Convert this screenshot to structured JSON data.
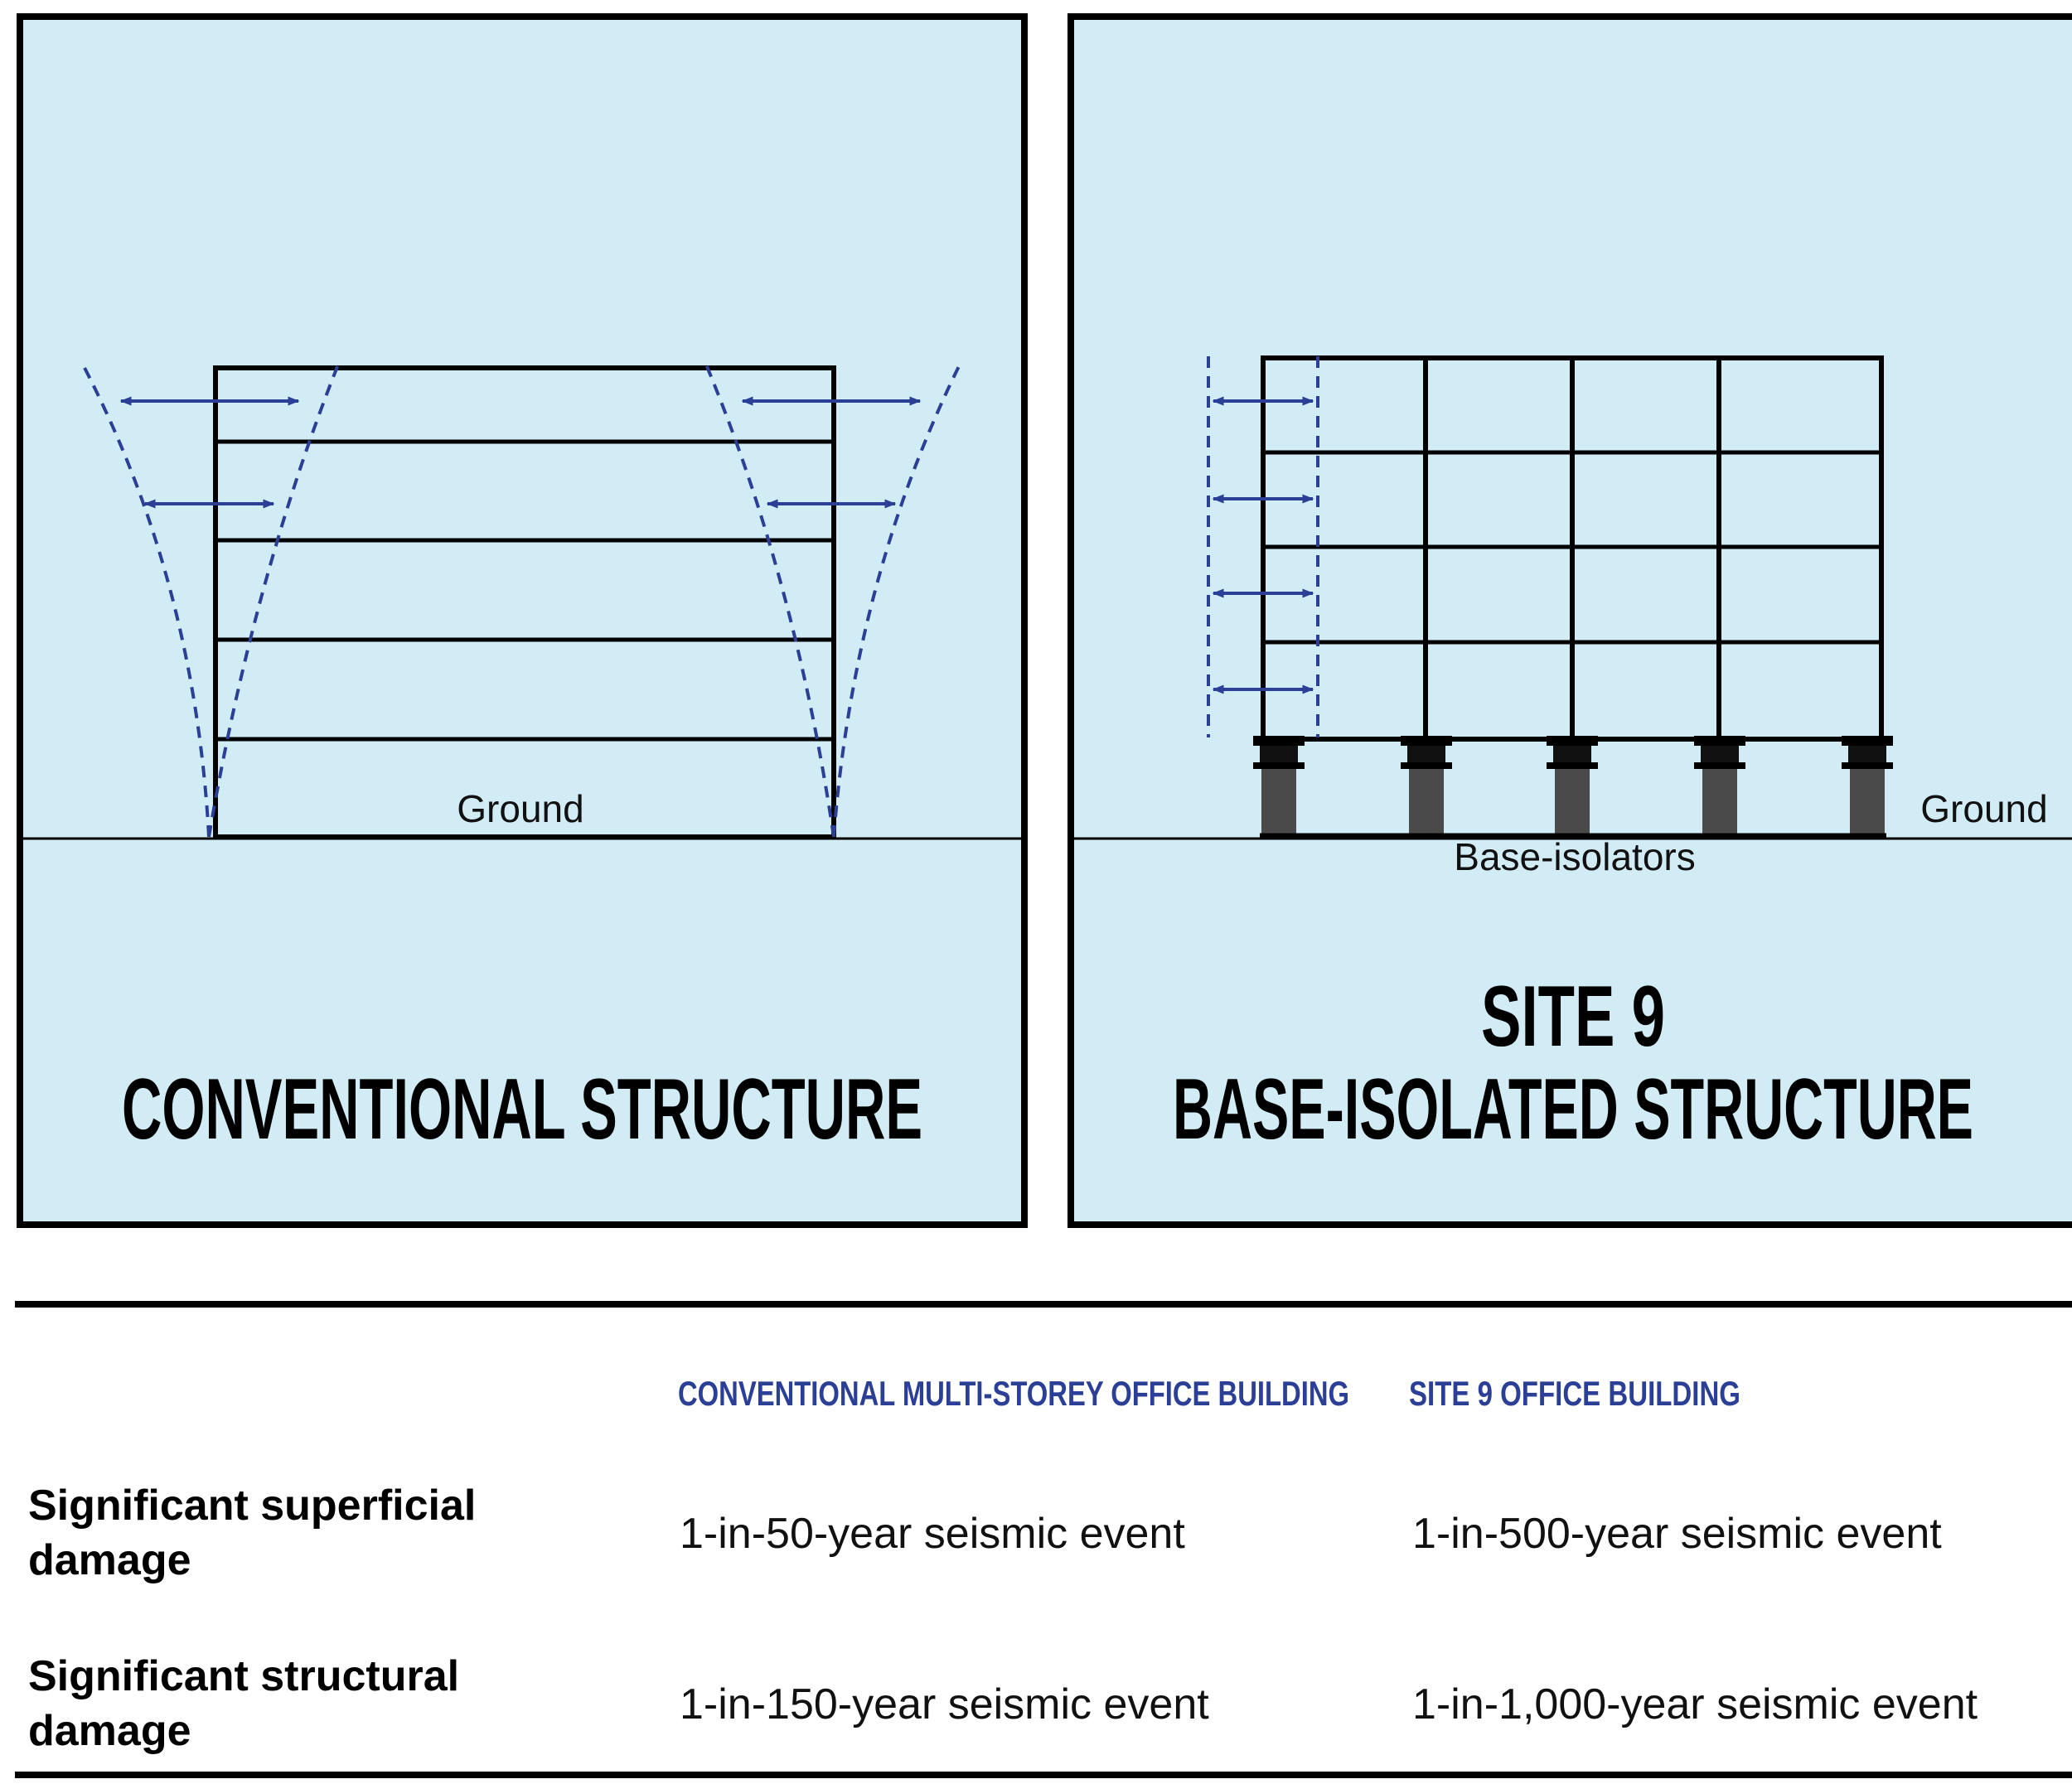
{
  "colors": {
    "panel_fill": "#d2ecf6",
    "outline": "#000000",
    "arrow_blue": "#2a3f95",
    "isolator_gray": "#4a4a4a"
  },
  "left_panel": {
    "ground_label": "Ground",
    "title": "CONVENTIONAL STRUCTURE"
  },
  "right_panel": {
    "ground_label": "Ground",
    "isolator_label": "Base-isolators",
    "title_line1": "SITE 9",
    "title_line2": "BASE-ISOLATED STRUCTURE"
  },
  "table": {
    "columns": [
      "CONVENTIONAL MULTI-STOREY OFFICE BUILDING",
      "SITE 9 OFFICE BUILDING"
    ],
    "rows": [
      {
        "label_line1": "Significant superficial",
        "label_line2": "damage",
        "conventional": "1-in-50-year seismic event",
        "site9": "1-in-500-year seismic event"
      },
      {
        "label_line1": "Significant structural",
        "label_line2": "damage",
        "conventional": "1-in-150-year seismic event",
        "site9": "1-in-1,000-year seismic event"
      }
    ]
  }
}
